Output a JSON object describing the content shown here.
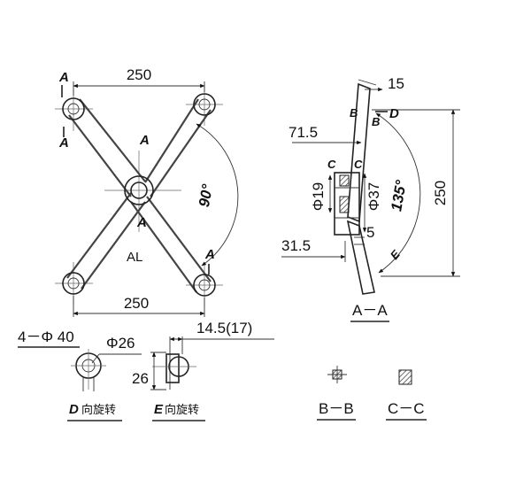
{
  "front_view": {
    "dim_top": "250",
    "dim_bottom": "250",
    "angle": "90°",
    "label_al": "AL",
    "section_marks": [
      "A",
      "A",
      "A",
      "A",
      "A"
    ]
  },
  "section_aa": {
    "dim_top_width": "15",
    "dim_offset": "71.5",
    "dim_small_offset": "31.5",
    "dim_diameter_small": "Φ19",
    "dim_diameter_large": "Φ37",
    "dim_gap": "5",
    "angle": "135°",
    "dim_height": "250",
    "label_b1": "B",
    "label_b2": "B",
    "label_c1": "C",
    "label_c2": "C",
    "label_d": "D",
    "label_e": "E",
    "caption": "A－A"
  },
  "detail_d": {
    "dim_holes": "4－Φ 40",
    "dim_inner": "Φ26",
    "caption_letter": "D",
    "caption_text": "向旋转"
  },
  "detail_e": {
    "dim_offset": "14.5(17)",
    "dim_height": "26",
    "caption_letter": "E",
    "caption_text": "向旋转"
  },
  "section_bb": {
    "caption": "B－B"
  },
  "section_cc": {
    "caption": "C－C"
  }
}
